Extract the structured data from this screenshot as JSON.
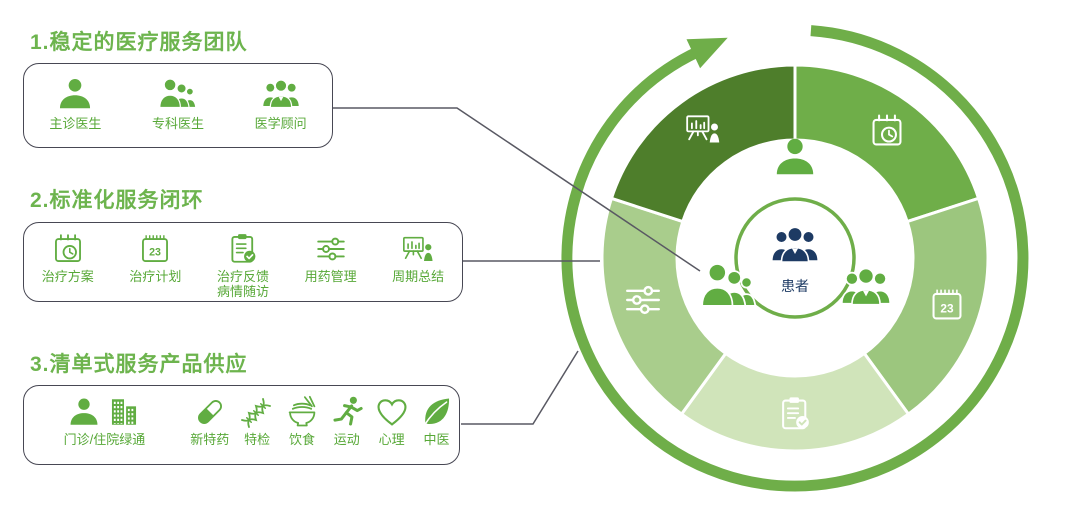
{
  "sections": [
    {
      "title": "1.稳定的医疗服务团队",
      "items": [
        {
          "label": "主诊医生",
          "icon": "person"
        },
        {
          "label": "专科医生",
          "icon": "person-group"
        },
        {
          "label": "医学顾问",
          "icon": "person-group-three"
        }
      ]
    },
    {
      "title": "2.标准化服务闭环",
      "items": [
        {
          "label": "治疗方案",
          "icon": "calendar-clock"
        },
        {
          "label": "治疗计划",
          "icon": "calendar-23"
        },
        {
          "label": "治疗反馈",
          "label2": "病情随访",
          "icon": "clipboard-check"
        },
        {
          "label": "用药管理",
          "icon": "sliders"
        },
        {
          "label": "周期总结",
          "icon": "presentation-person"
        }
      ]
    },
    {
      "title": "3.清单式服务产品供应",
      "items": [
        {
          "label": "门诊/住院绿通",
          "icon": "person+buildings"
        },
        {
          "label": "新特药",
          "icon": "capsule"
        },
        {
          "label": "特检",
          "icon": "dna"
        },
        {
          "label": "饮食",
          "icon": "noodle-bowl"
        },
        {
          "label": "运动",
          "icon": "runner"
        },
        {
          "label": "心理",
          "icon": "heart"
        },
        {
          "label": "中医",
          "icon": "leaf"
        }
      ]
    }
  ],
  "diagram": {
    "center": {
      "label": "患者",
      "icon": "people-three",
      "color": "#1d3a63"
    },
    "calendar_number": "23",
    "ring_color": "#6fae49",
    "inner_ring_icons": [
      "person",
      "person-group",
      "person-group-three"
    ],
    "segments": [
      {
        "icon": "calendar-clock",
        "color": "#6fae49"
      },
      {
        "icon": "calendar-23",
        "color": "#9cc67e"
      },
      {
        "icon": "clipboard-check",
        "color": "#d0e4ba"
      },
      {
        "icon": "sliders",
        "color": "#a9cd8c"
      },
      {
        "icon": "presentation-person",
        "color": "#4e7e2b"
      }
    ]
  },
  "colors": {
    "title_green": "#6db44e",
    "label_green": "#57a837",
    "icon_green": "#61ad42",
    "navy": "#1d3a63",
    "connector_gray": "#595963",
    "box_border": "#474753"
  }
}
